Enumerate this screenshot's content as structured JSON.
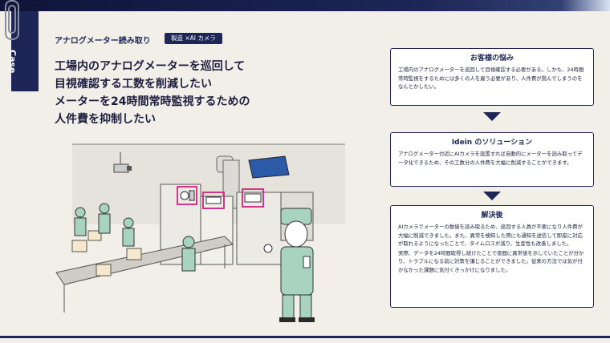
{
  "case_label": "Case",
  "subtitle": "アナログメーター読み取り",
  "tag": "製造 ×AI カメラ",
  "headline_lines": [
    "工場内のアナログメーターを巡回して",
    "目視確認する工数を削減したい",
    "メーターを24時間常時監視するための",
    "人件費を抑制したい"
  ],
  "panels": {
    "problem": {
      "title": "お客様の悩み",
      "text": "工場内のアナログメーターを巡回して目視確認する必要がある。しかも、24時間常時監視をするためには多くの人を雇う必要があり、人件費が嵩んでしまうのをなんとかしたい。"
    },
    "solution": {
      "title": "Idein のソリューション",
      "text": "アナログメーター付近にAIカメラを設置すれば自動的にメーターを読み取ってデータ化できるため、その工数分の人件費を大幅に削減することができます。"
    },
    "result": {
      "title": "解決後",
      "text1": "AIカメラでメーターの数値を読み取るため、巡回する人員が不要になり人件費が大幅に削減できました。また、異常を検知した際にも通知を送信して即座に対応が取れるようになったことで、タイムロスが減り、生産性も改善しました。",
      "text2": "実際、データを24時間取得し続けたことで夜間に異常値を示していたことが分かり、トラブルになる前に対策を講じることができました。従来の方法では気が付かなかった課題に気付くきっかけになりました。"
    }
  },
  "colors": {
    "navy": "#1d2657",
    "highlight": "#d6338a",
    "background": "#f2efe8"
  }
}
